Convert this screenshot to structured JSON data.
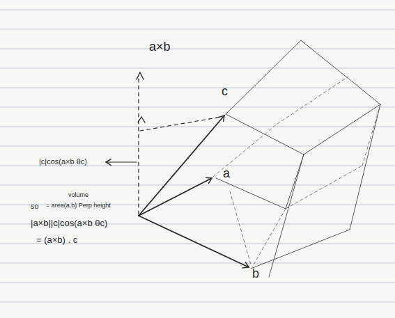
{
  "diagram": {
    "labels": [
      "a×b",
      "c",
      "a",
      "b",
      "|c|cos(a×b θc)",
      "volume",
      "so",
      "= area(a,b) Perp height",
      "|a×b||c|cos(a×b θc)",
      "= (a×b) . c"
    ]
  }
}
